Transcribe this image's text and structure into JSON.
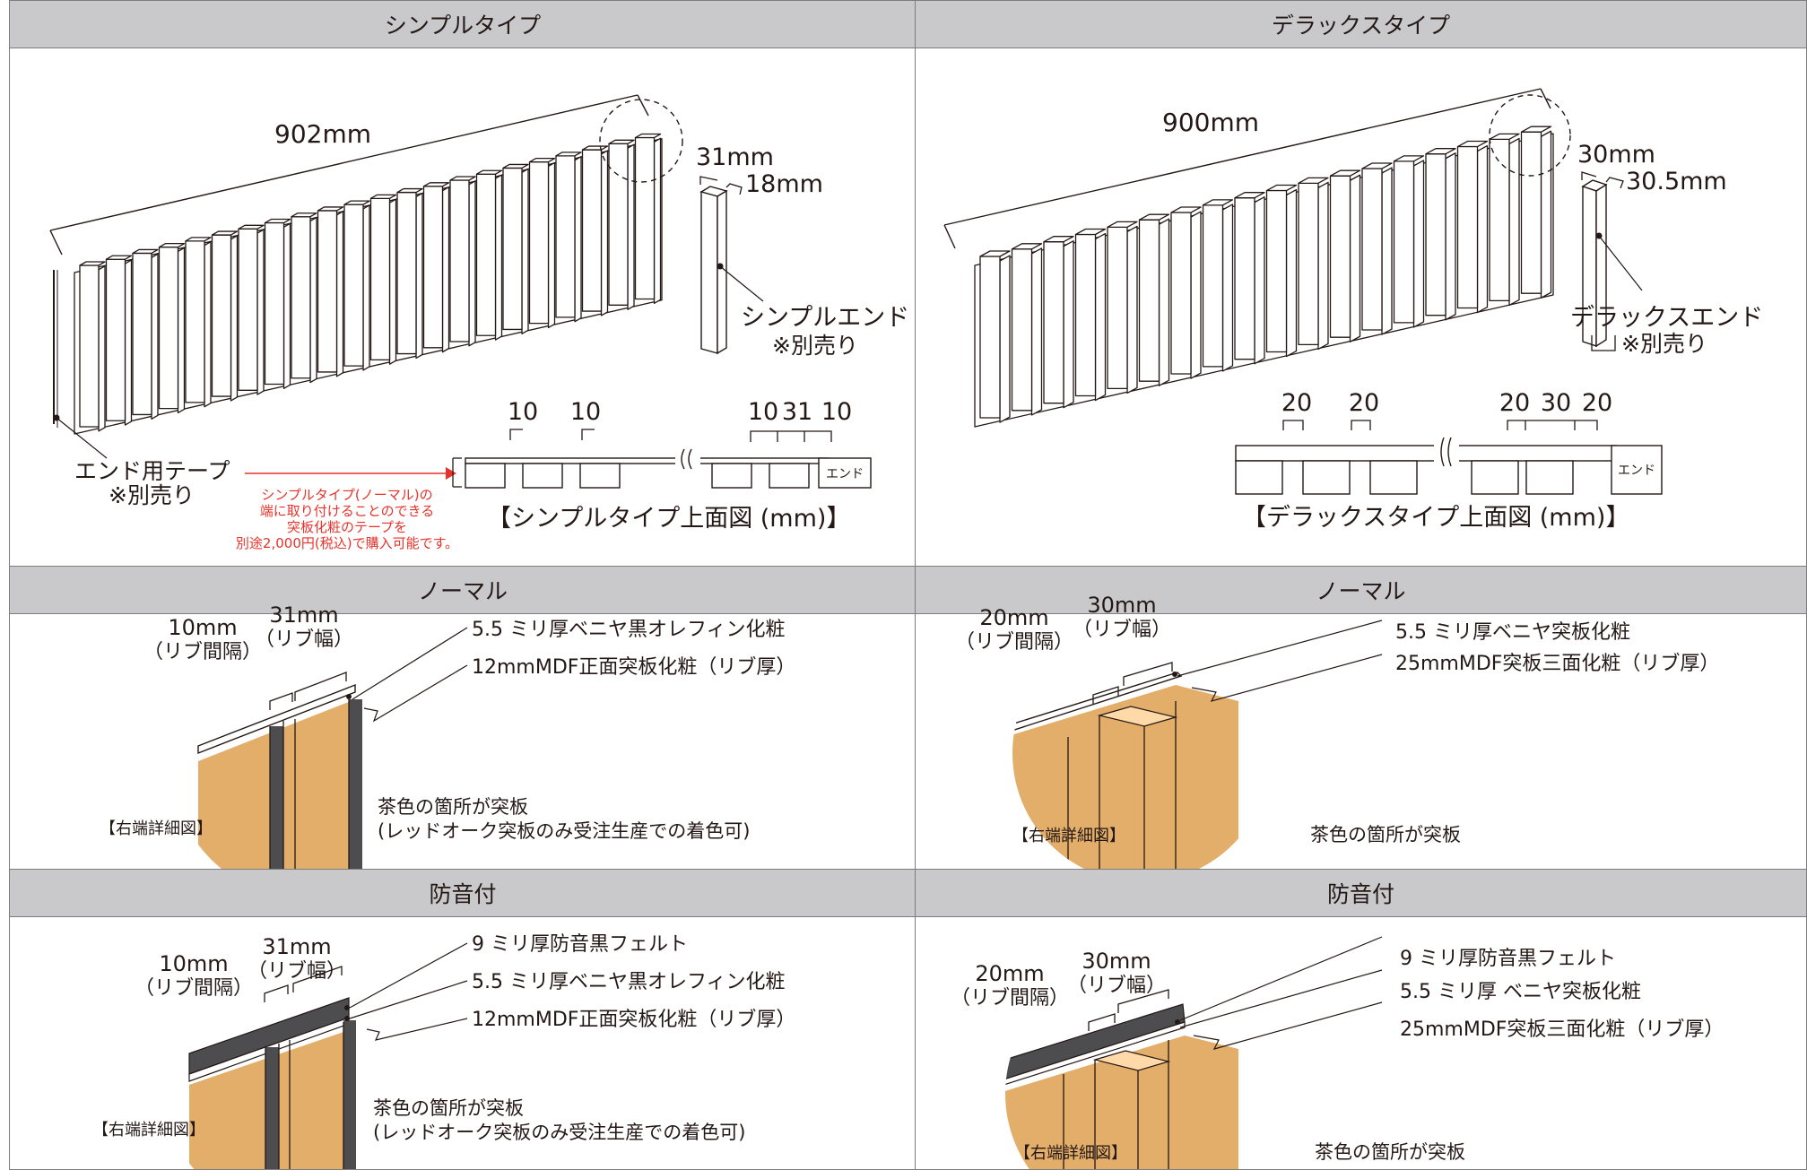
{
  "colors": {
    "header_bg": "#c9c9cb",
    "veneer": "#e3ad6a",
    "dark_layer": "#4d4d4f",
    "accent_red": "#e8332b",
    "line": "#231815"
  },
  "headers": {
    "simple": "シンプルタイプ",
    "deluxe": "デラックスタイプ",
    "normal_left": "ノーマル",
    "normal_right": "ノーマル",
    "sound_left": "防音付",
    "sound_right": "防音付"
  },
  "simple": {
    "length": "902mm",
    "rib_w": "31mm",
    "rib_d": "18mm",
    "end_name": "シンプルエンド",
    "sold_sep": "※別売り",
    "tape_name": "エンド用テープ",
    "tape_sold_sep": "※別売り",
    "tape_note": [
      "シンプルタイプ(ノーマル)の",
      "端に取り付けることのできる",
      "突板化粧のテープを",
      "別途2,000円(税込)で購入可能です。"
    ],
    "plan_dims": [
      "10",
      "10",
      "10",
      "31",
      "10"
    ],
    "plan_end_label": "エンド",
    "plan_title": "【シンプルタイプ上面図 (mm)】"
  },
  "deluxe": {
    "length": "900mm",
    "rib_w": "30mm",
    "rib_d": "30.5mm",
    "end_name": "デラックスエンド",
    "sold_sep": "※別売り",
    "plan_dims": [
      "20",
      "20",
      "20",
      "30",
      "20"
    ],
    "plan_end_label": "エンド",
    "plan_title": "【デラックスタイプ上面図 (mm)】"
  },
  "normal_left": {
    "gap": "10mm",
    "gap_sub": "（リブ間隔）",
    "width": "31mm",
    "width_sub": "（リブ幅）",
    "layer1": "5.5 ミリ厚ベニヤ黒オレフィン化粧",
    "layer2": "12mmMDF正面突板化粧（リブ厚）",
    "detail_label": "【右端詳細図】",
    "note1": "茶色の箇所が突板",
    "note2": "(レッドオーク突板のみ受注生産での着色可)"
  },
  "normal_right": {
    "gap": "20mm",
    "gap_sub": "（リブ間隔）",
    "width": "30mm",
    "width_sub": "（リブ幅）",
    "layer1": "5.5 ミリ厚ベニヤ突板化粧",
    "layer2": "25mmMDF突板三面化粧（リブ厚）",
    "detail_label": "【右端詳細図】",
    "note1": "茶色の箇所が突板"
  },
  "sound_left": {
    "gap": "10mm",
    "gap_sub": "（リブ間隔）",
    "width": "31mm",
    "width_sub": "（リブ幅）",
    "layer0": "9 ミリ厚防音黒フェルト",
    "layer1": "5.5 ミリ厚ベニヤ黒オレフィン化粧",
    "layer2": "12mmMDF正面突板化粧（リブ厚）",
    "detail_label": "【右端詳細図】",
    "note1": "茶色の箇所が突板",
    "note2": "(レッドオーク突板のみ受注生産での着色可)"
  },
  "sound_right": {
    "gap": "20mm",
    "gap_sub": "（リブ間隔）",
    "width": "30mm",
    "width_sub": "（リブ幅）",
    "layer0": "9 ミリ厚防音黒フェルト",
    "layer1": "5.5 ミリ厚 ベニヤ突板化粧",
    "layer2": "25mmMDF突板三面化粧（リブ厚）",
    "detail_label": "【右端詳細図】",
    "note1": "茶色の箇所が突板"
  }
}
